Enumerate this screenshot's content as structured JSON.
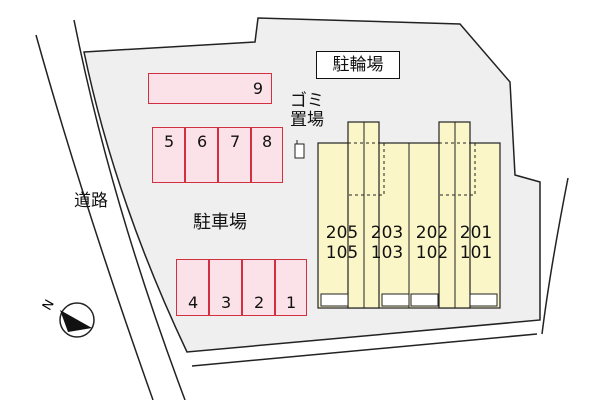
{
  "labels": {
    "road": "道路",
    "parking": "駐車場",
    "bicycle_parking": "駐輪場",
    "garbage_area": "ゴミ置場"
  },
  "parking_spaces": {
    "top_row": [
      "9"
    ],
    "middle_row": [
      "5",
      "6",
      "7",
      "8"
    ],
    "bottom_row": [
      "4",
      "3",
      "2",
      "1"
    ]
  },
  "building": {
    "units": [
      {
        "upper": "205",
        "lower": "105"
      },
      {
        "upper": "203",
        "lower": "103"
      },
      {
        "upper": "202",
        "lower": "102"
      },
      {
        "upper": "201",
        "lower": "101"
      }
    ]
  },
  "compass": {
    "label": "N"
  },
  "colors": {
    "lot_fill": "#efefef",
    "parking_fill": "#fbe1e8",
    "parking_stroke": "#d0303f",
    "building_fill": "#fbf6c8"
  }
}
